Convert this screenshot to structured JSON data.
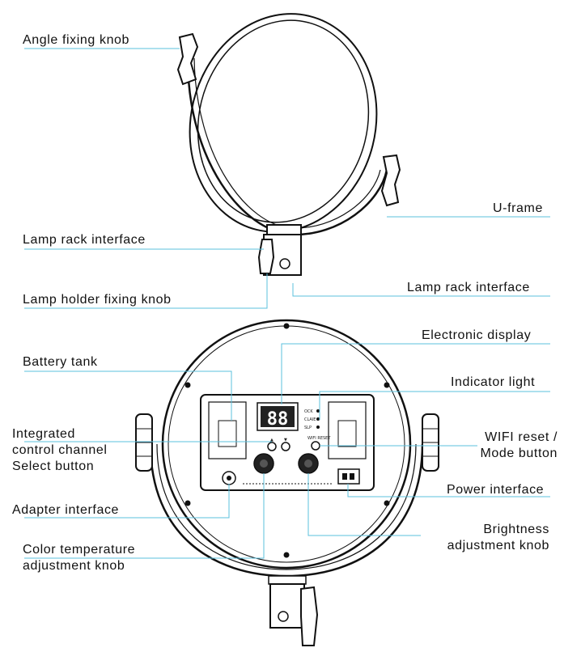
{
  "callouts": {
    "angle_fixing_knob": "Angle fixing knob",
    "u_frame": "U-frame",
    "lamp_rack_interface_left": "Lamp rack interface",
    "lamp_rack_interface_right": "Lamp rack interface",
    "lamp_holder_fixing_knob": "Lamp holder fixing knob",
    "electronic_display": "Electronic display",
    "battery_tank": "Battery tank",
    "indicator_light": "Indicator light",
    "integrated_control_line1": "Integrated",
    "integrated_control_line2": "control channel",
    "integrated_control_line3": "Select button",
    "wifi_reset_line1": "WIFI reset /",
    "wifi_reset_line2": "Mode button",
    "power_interface": "Power interface",
    "adapter_interface": "Adapter interface",
    "brightness_line1": "Brightness",
    "brightness_line2": "adjustment knob",
    "color_temp_line1": "Color temperature",
    "color_temp_line2": "adjustment knob"
  },
  "panel": {
    "display_digits": "88",
    "indicator_labels": [
      "OCK",
      "CLAIE",
      "SLP"
    ],
    "wifi_reset_tag": "WIFI RESET",
    "up_arrow": "▲",
    "down_arrow": "▼"
  },
  "colors": {
    "line": "#111111",
    "leader": "#5bc0de"
  }
}
